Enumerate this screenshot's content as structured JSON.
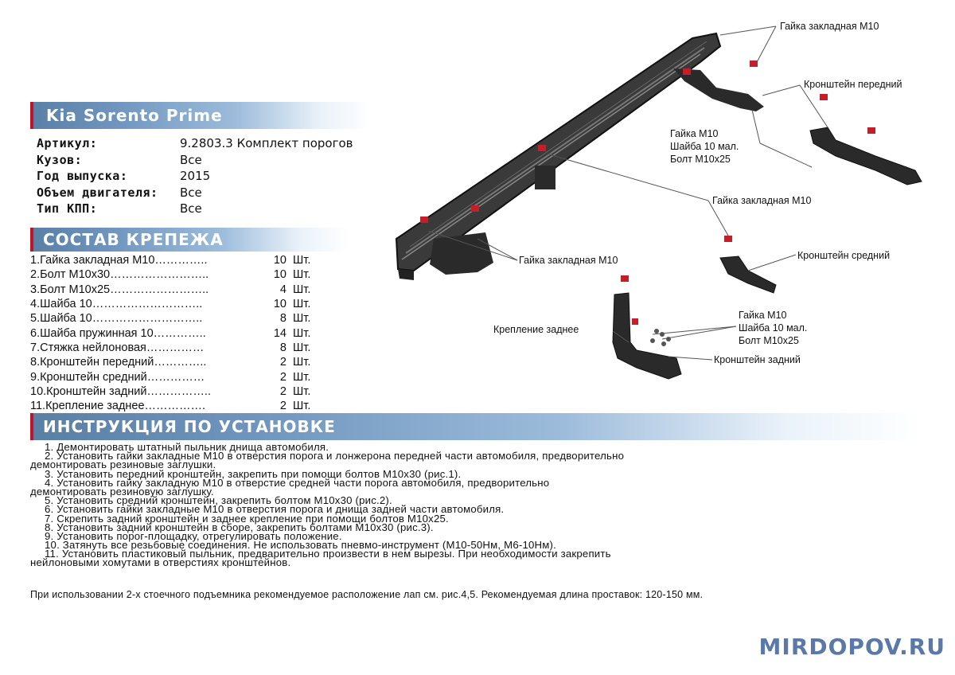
{
  "header": {
    "title": "Kia Sorento Prime"
  },
  "specs": [
    {
      "label": "Артикул:",
      "value": "9.2803.3 Комплект порогов"
    },
    {
      "label": "Кузов:",
      "value": "Все"
    },
    {
      "label": "Год выпуска:",
      "value": "2015"
    },
    {
      "label": "Объем двигателя:",
      "value": "Все"
    },
    {
      "label": "Тип КПП:",
      "value": "Все"
    }
  ],
  "fasteners": {
    "heading": "СОСТАВ КРЕПЕЖА",
    "items": [
      {
        "name": "1.Гайка закладная М10…………..",
        "qty": "10",
        "unit": "Шт."
      },
      {
        "name": "2.Болт М10х30……………………..",
        "qty": "10",
        "unit": "Шт."
      },
      {
        "name": "3.Болт М10х25……………………..",
        "qty": "4",
        "unit": "Шт."
      },
      {
        "name": "4.Шайба 10………………………..",
        "qty": "10",
        "unit": "Шт."
      },
      {
        "name": "5.Шайба 10………………………..",
        "qty": "8",
        "unit": "Шт."
      },
      {
        "name": "6.Шайба пружинная 10…………..",
        "qty": "14",
        "unit": "Шт."
      },
      {
        "name": "7.Стяжка нейлоновая……………",
        "qty": "8",
        "unit": "Шт."
      },
      {
        "name": "8.Кронштейн передний…………..",
        "qty": "2",
        "unit": "Шт."
      },
      {
        "name": "9.Кронштейн средний……………",
        "qty": "2",
        "unit": "Шт."
      },
      {
        "name": "10.Кронштейн задний……………..",
        "qty": "2",
        "unit": "Шт."
      },
      {
        "name": "11.Крепление заднее…………….",
        "qty": "2",
        "unit": "Шт."
      }
    ]
  },
  "instructions": {
    "heading": "ИНСТРУКЦИЯ ПО УСТАНОВКЕ",
    "lines": [
      {
        "text": "1. Демонтировать штатный пыльник днища автомобиля.",
        "indent": true
      },
      {
        "text": "2. Установить гайки закладные М10 в отверстия порога и лонжерона передней части автомобиля, предворительно",
        "indent": true
      },
      {
        "text": "демонтировать резиновые заглушки.",
        "indent": false
      },
      {
        "text": "3. Установить передний кронштейн, закрепить при помощи болтов М10х30 (рис.1).",
        "indent": true
      },
      {
        "text": "4. Установить гайку закладную М10 в отверстие средней части порога автомобиля, предворительно",
        "indent": true
      },
      {
        "text": "демонтировать резиновую заглушку.",
        "indent": false
      },
      {
        "text": "5. Установить средний кронштейн, закрепить болтом М10х30 (рис.2).",
        "indent": true
      },
      {
        "text": "6. Установить гайки закладные М10 в отверстия порога и днища задней части автомобиля.",
        "indent": true
      },
      {
        "text": "7. Скрепить задний кронштейн и заднее крепление при помощи болтов М10х25.",
        "indent": true
      },
      {
        "text": "8. Установить задний кронштейн в сборе, закрепить болтами М10х30 (рис.3).",
        "indent": true
      },
      {
        "text": "9. Установить порог-площадку, отрегулировать положение.",
        "indent": true
      },
      {
        "text": "10. Затянуть все резьбовые соединения. Не использовать пневмо-инструмент (М10-50Нм, М6-10Нм).",
        "indent": true
      },
      {
        "text": "11. Установить пластиковый пыльник, предварительно произвести в нем вырезы. При необходимости закрепить",
        "indent": true
      },
      {
        "text": "нейлоновыми хомутами в отверстиях кронштейнов.",
        "indent": false
      }
    ],
    "footnote": "При использовании 2-х стоечного подъемника рекомендуемое расположение лап см. рис.4,5. Рекомендуемая длина проставок: 120-150 мм."
  },
  "diagram": {
    "callouts": {
      "nut_top": "Гайка закладная М10",
      "bracket_front": "Кронштейн передний",
      "front_hw_1": "Гайка М10",
      "front_hw_2": "Шайба 10 мал.",
      "front_hw_3": "Болт М10х25",
      "nut_middle": "Гайка закладная М10",
      "bracket_middle": "Кронштейн средний",
      "nut_rear": "Гайка закладная М10",
      "rear_hw_1": "Гайка М10",
      "rear_hw_2": "Шайба 10 мал.",
      "rear_hw_3": "Болт М10х25",
      "rear_mount": "Крепление заднее",
      "bracket_rear": "Кронштейн задний"
    },
    "colors": {
      "metal": "#2a2a2a",
      "nut": "#c41e2a",
      "leader": "#555555"
    }
  },
  "brand": {
    "site": "MIRDOPOV.RU",
    "color": "#5a78a8"
  }
}
